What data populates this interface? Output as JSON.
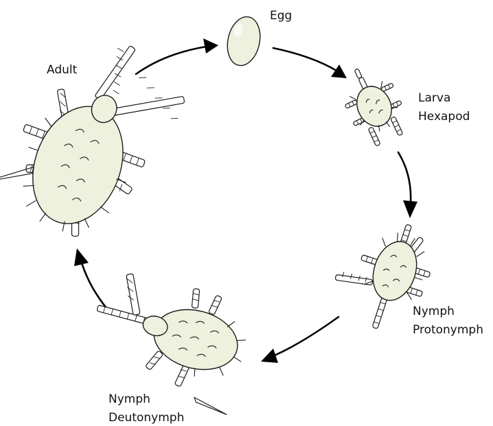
{
  "stages": {
    "egg": {
      "label": "Egg"
    },
    "larva": {
      "line1": "Larva",
      "line2": "Hexapod"
    },
    "protonymph": {
      "line1": "Nymph",
      "line2": "Protonymph"
    },
    "deutonymph": {
      "line1": "Nymph",
      "line2": "Deutonymph"
    },
    "adult": {
      "label": "Adult"
    }
  },
  "colors": {
    "body": "#eef1dd",
    "outline": "#1a1a1a",
    "arrow": "#000000"
  }
}
